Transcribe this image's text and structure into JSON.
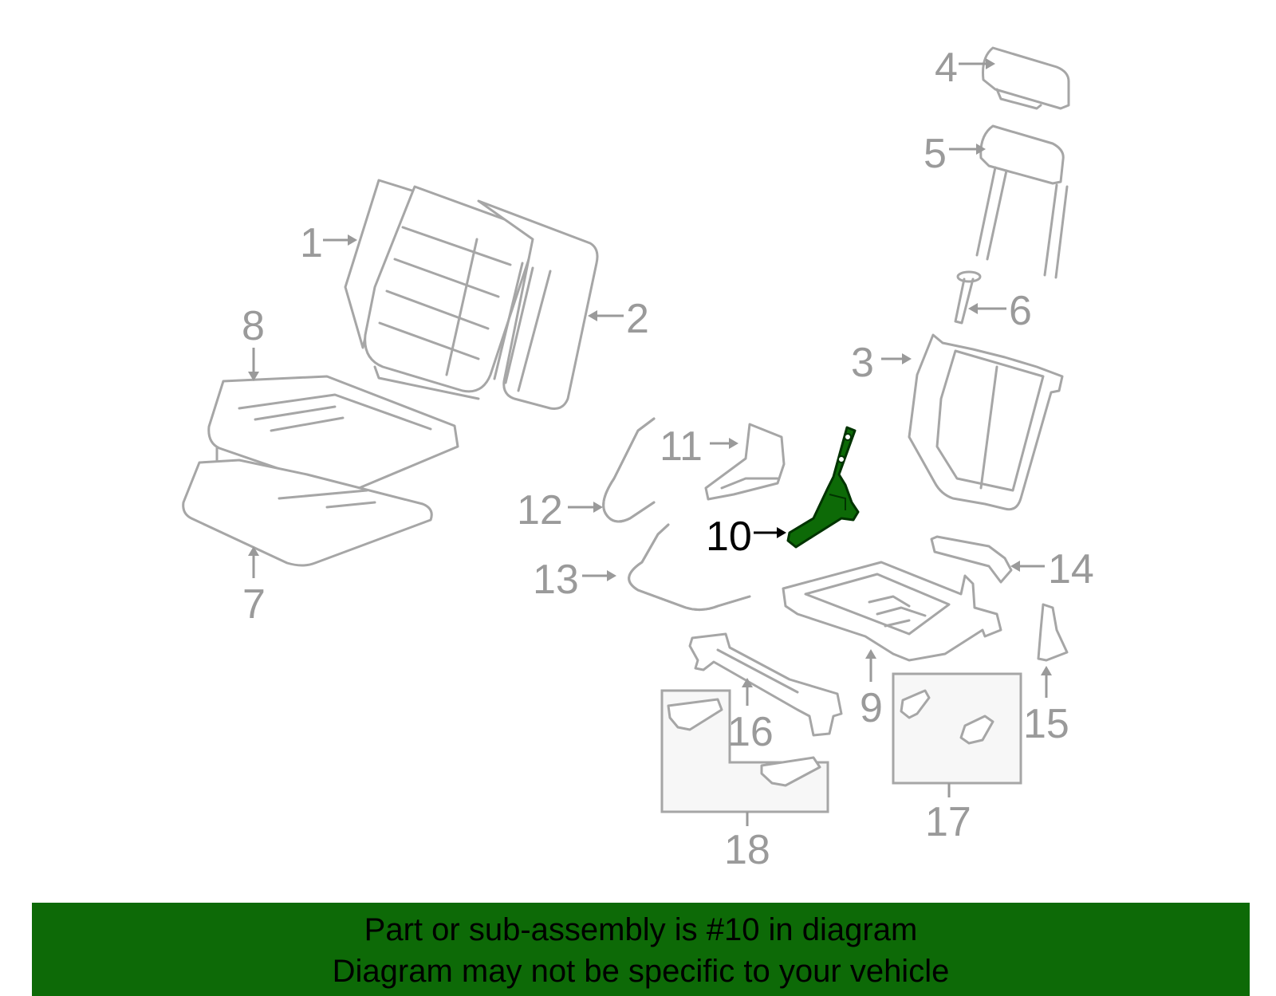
{
  "colors": {
    "highlight_fill": "#0d6a07",
    "highlight_stroke": "#003300",
    "part_stroke": "#a6a6a6",
    "banner_bg": "#0d6a07",
    "callout_text": "#9a9a9a",
    "highlight_label": "#000000"
  },
  "highlighted_part": "10",
  "callouts": {
    "c1": "1",
    "c2": "2",
    "c3": "3",
    "c4": "4",
    "c5": "5",
    "c6": "6",
    "c7": "7",
    "c8": "8",
    "c9": "9",
    "c10": "10",
    "c11": "11",
    "c12": "12",
    "c13": "13",
    "c14": "14",
    "c15": "15",
    "c16": "16",
    "c17": "17",
    "c18": "18"
  },
  "banner": {
    "line1": "Part or sub-assembly is #10 in diagram",
    "line2": "Diagram may not be specific to your vehicle"
  }
}
